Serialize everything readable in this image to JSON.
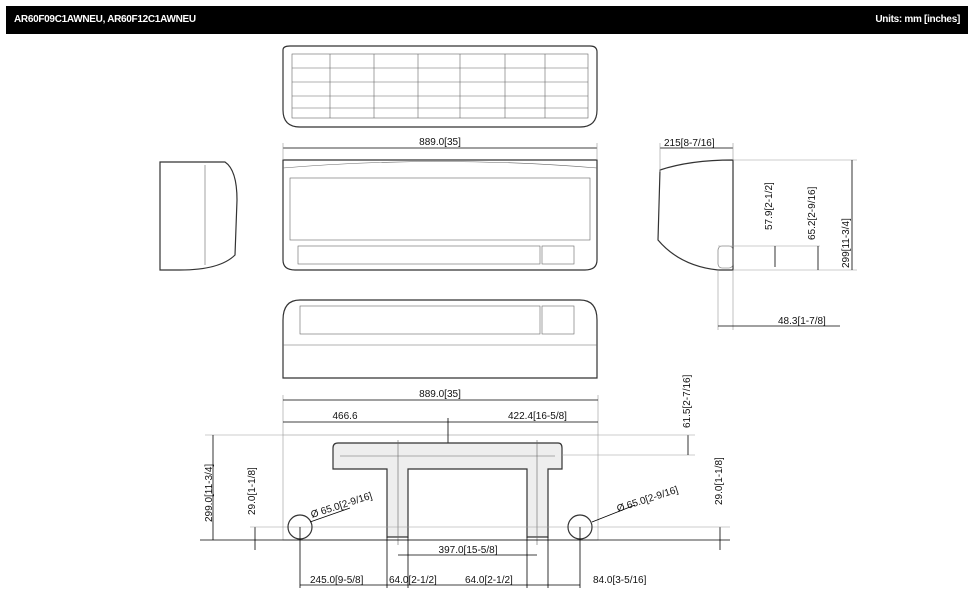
{
  "header": {
    "models": "AR60F09C1AWNEU, AR60F12C1AWNEU",
    "units": "Units: mm [inches]"
  },
  "dimensions": {
    "front_width": "889.0[35]",
    "side_depth": "215[8-7/16]",
    "pipe_height_1": "57.9[2-1/2]",
    "pipe_height_2": "65.2[2-9/16]",
    "unit_height": "299[11-3/4]",
    "pipe_offset": "48.3[1-7/8]",
    "plate_width": "889.0[35]",
    "plate_left": "466.6",
    "plate_right": "422.4[16-5/8]",
    "plate_top": "61.5[2-7/16]",
    "plate_height": "299.0[11-3/4]",
    "hole_left_height": "29.0[1-1/8]",
    "hole_right_height": "29.0[1-1/8]",
    "hole_left_dia": "Ø 65.0[2-9/16]",
    "hole_right_dia": "Ø 65.0[2-9/16]",
    "leg_spacing": "397.0[15-5/8]",
    "hole_left_offset": "245.0[9-5/8]",
    "leg_left_width": "64.0[2-1/2]",
    "leg_right_width": "64.0[2-1/2]",
    "hole_right_offset": "84.0[3-5/16]"
  }
}
